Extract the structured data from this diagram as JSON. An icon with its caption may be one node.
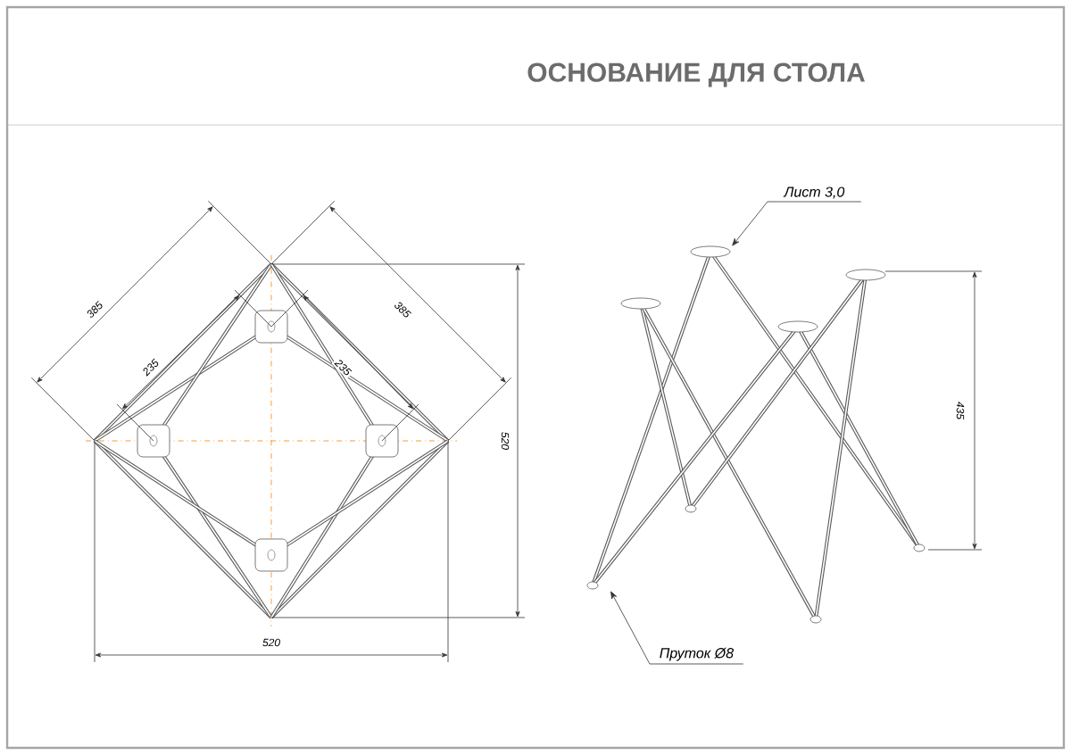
{
  "diagram": {
    "title": "ОСНОВАНИЕ ДЛЯ СТОЛА",
    "nodes": [
      {
        "text": [
          "Лист 3,0"
        ]
      },
      {
        "text": [
          "Пруток Ø8"
        ]
      }
    ],
    "edges": [
      {
        "from": 0,
        "to": null,
        "arrow": "to"
      },
      {
        "from": 1,
        "to": null,
        "arrow": "to"
      }
    ],
    "labels": [
      "385",
      "235",
      "385",
      "235",
      "520",
      "520",
      "435"
    ]
  }
}
